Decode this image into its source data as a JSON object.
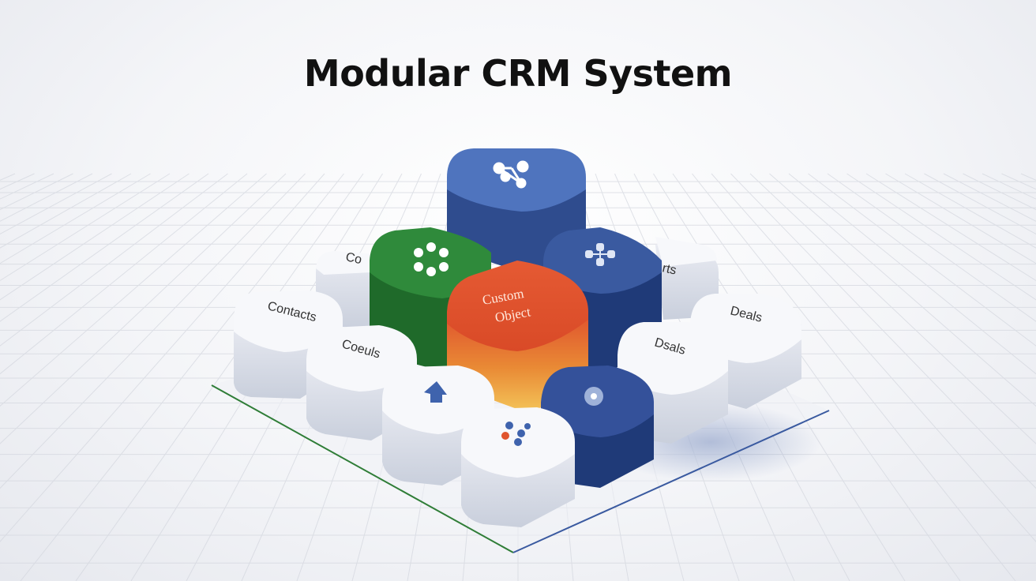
{
  "title": "Modular CRM System",
  "blocks": {
    "contacts_back": {
      "label": "Co",
      "icon": "none"
    },
    "contacts": {
      "label": "Contacts",
      "icon": "none"
    },
    "coeuls": {
      "label": "Coeuls",
      "icon": "none"
    },
    "deals_right": {
      "label": "Deals",
      "icon": "none"
    },
    "deals_mid": {
      "label": "Dsals",
      "icon": "none"
    },
    "reports_back": {
      "label": "rts",
      "icon": "none"
    },
    "top_blue": {
      "label": "",
      "icon": "network-nodes-icon"
    },
    "green": {
      "label": "",
      "icon": "cycle-dots-icon"
    },
    "custom_object": {
      "line1": "Custom",
      "line2": "Object"
    },
    "navy_right": {
      "label": "",
      "icon": "connector-dots-icon"
    },
    "arrow_block": {
      "label": "",
      "icon": "arrow-up-icon"
    },
    "hub_block": {
      "label": "",
      "icon": "hub-dots-icon"
    },
    "navy_front": {
      "label": "",
      "icon": "circle-dot-icon"
    }
  },
  "colors": {
    "blue": "#4f74be",
    "navy": "#2e4a8c",
    "green": "#2f7d37",
    "orange_top": "#e1552f",
    "orange_bottom": "#f0b347",
    "white_block": "#f2f3f7",
    "accent_line_green": "#2f7d37",
    "accent_line_blue": "#3a5aa0"
  }
}
